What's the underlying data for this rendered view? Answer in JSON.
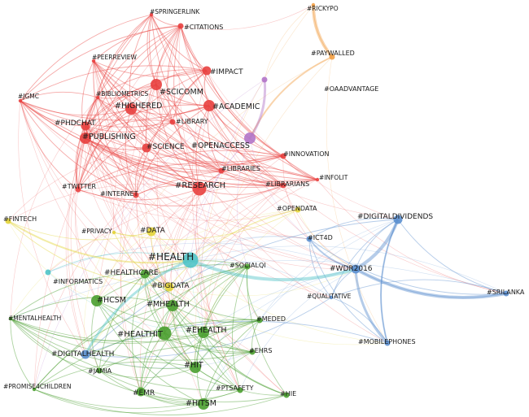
{
  "colors": {
    "research": "#e8403f",
    "health": "#4a9e2f",
    "policy": "#5b8fcf",
    "data": "#e3d43a",
    "access": "#b274c8",
    "paywall": "#f2a046",
    "informatics": "#4fc3c8"
  },
  "nodes": [
    {
      "id": "springerlink",
      "label": "#SPRINGERLINK",
      "group": "research",
      "size": 0
    },
    {
      "id": "citations",
      "label": "#CITATIONS",
      "group": "research",
      "size": 1
    },
    {
      "id": "peerreview",
      "label": "#PEERREVIEW",
      "group": "research",
      "size": 0
    },
    {
      "id": "impact",
      "label": "#IMPACT",
      "group": "research",
      "size": 2
    },
    {
      "id": "bibliometrics",
      "label": "#BIBLIOMETRICS",
      "group": "research",
      "size": 0
    },
    {
      "id": "scicomm",
      "label": "#SCICOMM",
      "group": "research",
      "size": 3
    },
    {
      "id": "jgmc",
      "label": "#JGMC",
      "group": "research",
      "size": 0
    },
    {
      "id": "highered",
      "label": "#HIGHERED",
      "group": "research",
      "size": 3
    },
    {
      "id": "academic",
      "label": "#ACADEMIC",
      "group": "research",
      "size": 3
    },
    {
      "id": "phdchat",
      "label": "#PHDCHAT",
      "group": "research",
      "size": 2
    },
    {
      "id": "library",
      "label": "#LIBRARY",
      "group": "research",
      "size": 1
    },
    {
      "id": "publishing",
      "label": "#PUBLISHING",
      "group": "research",
      "size": 3
    },
    {
      "id": "science",
      "label": "#SCIENCE",
      "group": "research",
      "size": 2
    },
    {
      "id": "innovation",
      "label": "#INNOVATION",
      "group": "research",
      "size": 1
    },
    {
      "id": "libraries",
      "label": "#LIBRARIES",
      "group": "research",
      "size": 1
    },
    {
      "id": "infolit",
      "label": "#INFOLIT",
      "group": "research",
      "size": 0
    },
    {
      "id": "twitter",
      "label": "#TWITTER",
      "group": "research",
      "size": 1
    },
    {
      "id": "research",
      "label": "#RESEARCH",
      "group": "research",
      "size": 4
    },
    {
      "id": "librarians",
      "label": "#LIBRARIANS",
      "group": "research",
      "size": 1
    },
    {
      "id": "internet",
      "label": "#INTERNET",
      "group": "research",
      "size": 1
    },
    {
      "id": "rickypo",
      "label": "#RICKYPO",
      "group": "paywall",
      "size": 0
    },
    {
      "id": "paywalled",
      "label": "#PAYWALLED",
      "group": "paywall",
      "size": 1
    },
    {
      "id": "oaadvantage",
      "label": "#OAADVANTAGE",
      "group": "access",
      "size": 1
    },
    {
      "id": "openaccess",
      "label": "#OPENACCESS",
      "group": "access",
      "size": 3
    },
    {
      "id": "fintech",
      "label": "#FINTECH",
      "group": "data",
      "size": 1
    },
    {
      "id": "privacy",
      "label": "#PRIVACY",
      "group": "data",
      "size": 0
    },
    {
      "id": "data",
      "label": "#DATA",
      "group": "data",
      "size": 2
    },
    {
      "id": "opendata",
      "label": "#OPENDATA",
      "group": "data",
      "size": 1
    },
    {
      "id": "bigdata",
      "label": "#BIGDATA",
      "group": "data",
      "size": 2
    },
    {
      "id": "digitaldividends",
      "label": "#DIGITALDIVIDENDS",
      "group": "policy",
      "size": 2
    },
    {
      "id": "ict4d",
      "label": "#ICT4D",
      "group": "policy",
      "size": 1
    },
    {
      "id": "wdr2016",
      "label": "#WDR2016",
      "group": "policy",
      "size": 2
    },
    {
      "id": "srilanka",
      "label": "#SRILANKA",
      "group": "policy",
      "size": 1
    },
    {
      "id": "mobilephones",
      "label": "#MOBILEPHONES",
      "group": "policy",
      "size": 1
    },
    {
      "id": "digitalhealth",
      "label": "#DIGITALHEALTH",
      "group": "policy",
      "size": 2
    },
    {
      "id": "qualitative",
      "label": "#QUALITATIVE",
      "group": "policy",
      "size": 0
    },
    {
      "id": "health",
      "label": "#HEALTH",
      "group": "informatics",
      "size": 5
    },
    {
      "id": "informatics",
      "label": "#INFORMATICS",
      "group": "informatics",
      "size": 1
    },
    {
      "id": "socialqi",
      "label": "#SOCIALQI",
      "group": "health",
      "size": 1
    },
    {
      "id": "healthcare",
      "label": "#HEALTHCARE",
      "group": "health",
      "size": 2
    },
    {
      "id": "hcsm",
      "label": "#HCSM",
      "group": "health",
      "size": 3
    },
    {
      "id": "mhealth",
      "label": "#MHEALTH",
      "group": "health",
      "size": 3
    },
    {
      "id": "mentalhealth",
      "label": "#MENTALHEALTH",
      "group": "health",
      "size": 0
    },
    {
      "id": "meded",
      "label": "#MEDED",
      "group": "health",
      "size": 1
    },
    {
      "id": "healthit",
      "label": "#HEALTHIT",
      "group": "health",
      "size": 4
    },
    {
      "id": "ehealth",
      "label": "#EHEALTH",
      "group": "health",
      "size": 3
    },
    {
      "id": "ehrs",
      "label": "#EHRS",
      "group": "health",
      "size": 1
    },
    {
      "id": "jamia",
      "label": "#JAMIA",
      "group": "health",
      "size": 1
    },
    {
      "id": "hit",
      "label": "#HIT",
      "group": "health",
      "size": 3
    },
    {
      "id": "promisekids",
      "label": "#PROMISE4CHILDREN",
      "group": "health",
      "size": 0
    },
    {
      "id": "emr",
      "label": "#EMR",
      "group": "health",
      "size": 2
    },
    {
      "id": "ptsafety",
      "label": "#PTSAFETY",
      "group": "health",
      "size": 1
    },
    {
      "id": "hie",
      "label": "#HIE",
      "group": "health",
      "size": 1
    },
    {
      "id": "hitsm",
      "label": "#HITSM",
      "group": "health",
      "size": 3
    }
  ]
}
